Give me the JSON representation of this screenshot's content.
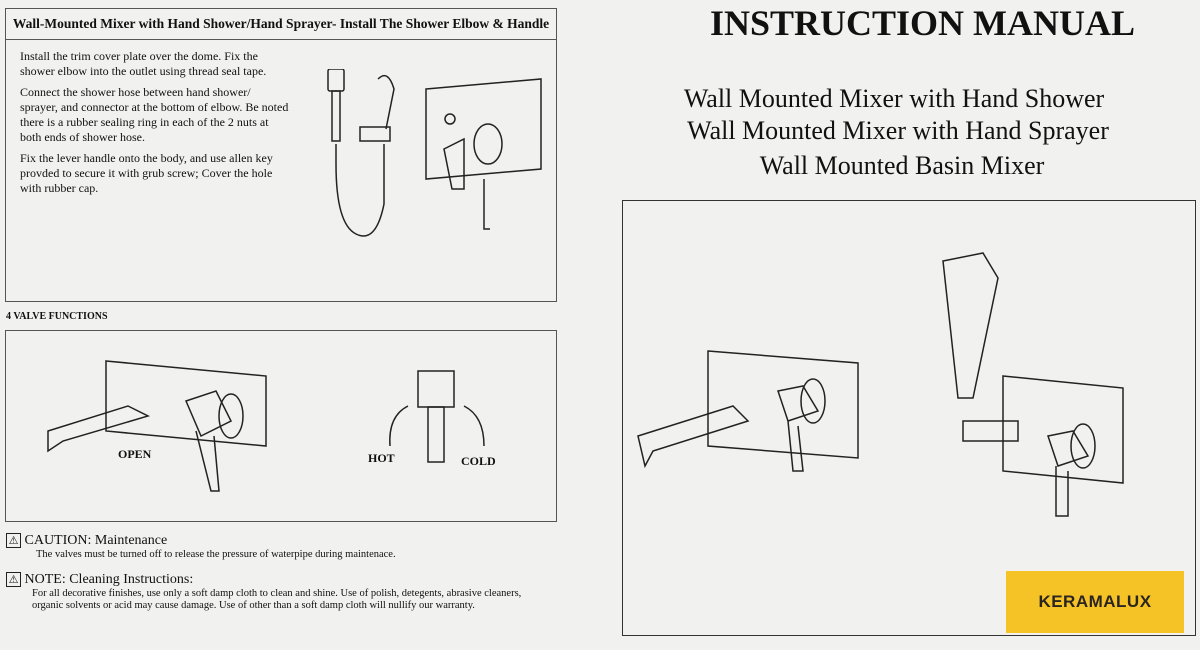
{
  "left": {
    "install_title": "Wall-Mounted Mixer with Hand Shower/Hand Sprayer- Install The Shower Elbow & Handle",
    "install_steps": [
      "Install the trim cover plate over the dome. Fix the shower elbow into the outlet using thread seal tape.",
      "Connect the shower hose between hand shower/ sprayer, and connector at the bottom of elbow. Be noted there is a rubber sealing ring in each of the 2 nuts at both ends of shower hose.",
      "Fix the lever handle onto the body, and use allen key provded to secure it with grub screw; Cover the hole with rubber cap."
    ],
    "valve_title": "4 VALVE FUNCTIONS",
    "valve_labels": {
      "open": "OPEN",
      "hot": "HOT",
      "cold": "COLD"
    },
    "caution_title": "CAUTION: Maintenance",
    "caution_text": "The valves must be turned off to release the pressure of waterpipe during maintenace.",
    "note_title": "NOTE: Cleaning Instructions:",
    "note_text": "For all decorative finishes, use only a soft damp cloth to clean and shine. Use of polish, detegents, abrasive cleaners, organic solvents or acid may cause damage. Use of other than a soft damp cloth will nullify our warranty."
  },
  "right": {
    "title": "INSTRUCTION MANUAL",
    "subtitles": [
      "Wall Mounted Mixer with Hand Shower",
      "Wall Mounted Mixer with Hand Sprayer",
      "Wall Mounted Basin Mixer"
    ],
    "brand": "KERAMALUX",
    "brand_color": "#f5c325"
  }
}
